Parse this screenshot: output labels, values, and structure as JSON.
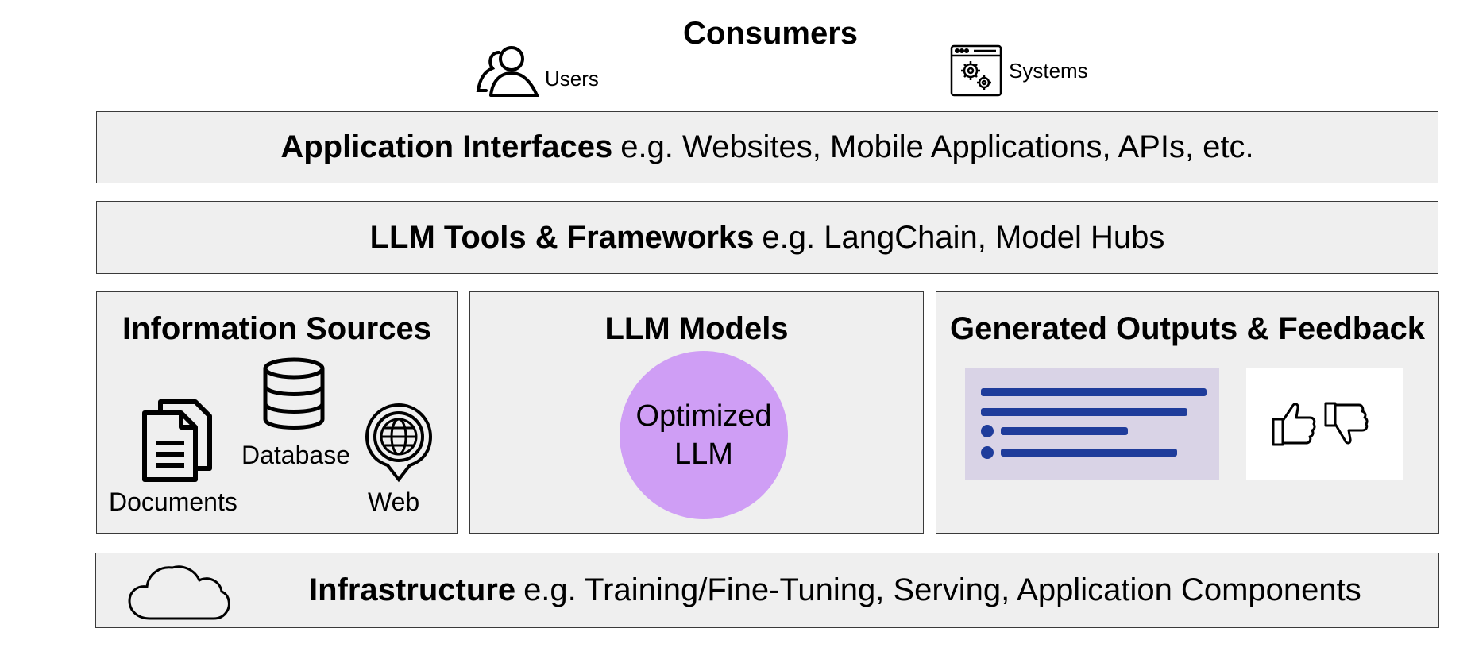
{
  "consumers": {
    "title": "Consumers",
    "users_label": "Users",
    "systems_label": "Systems",
    "users_icon": "users-icon",
    "systems_icon": "system-settings-window-icon"
  },
  "app_interfaces": {
    "title": "Application Interfaces",
    "detail": "e.g. Websites, Mobile Applications, APIs, etc."
  },
  "llm_tools": {
    "title": "LLM Tools & Frameworks",
    "detail": "e.g.  LangChain, Model Hubs"
  },
  "information_sources": {
    "title": "Information Sources",
    "items": [
      "Documents",
      "Database",
      "Web"
    ],
    "icons": [
      "document-icon",
      "database-icon",
      "globe-pin-icon"
    ]
  },
  "llm_models": {
    "title": "LLM Models",
    "circle_line1": "Optimized",
    "circle_line2": "LLM",
    "circle_color": "#cf9ef5"
  },
  "generated_outputs": {
    "title": "Generated Outputs & Feedback",
    "text_panel_color": "#d9d3e6",
    "line_color": "#1f3c9b",
    "icons": [
      "thumbs-up-icon",
      "thumbs-down-icon"
    ]
  },
  "infrastructure": {
    "title": "Infrastructure",
    "detail": "e.g.  Training/Fine-Tuning, Serving, Application Components",
    "icon": "cloud-icon"
  },
  "colors": {
    "box_fill": "#efefef",
    "box_border": "#3a3a3a"
  }
}
